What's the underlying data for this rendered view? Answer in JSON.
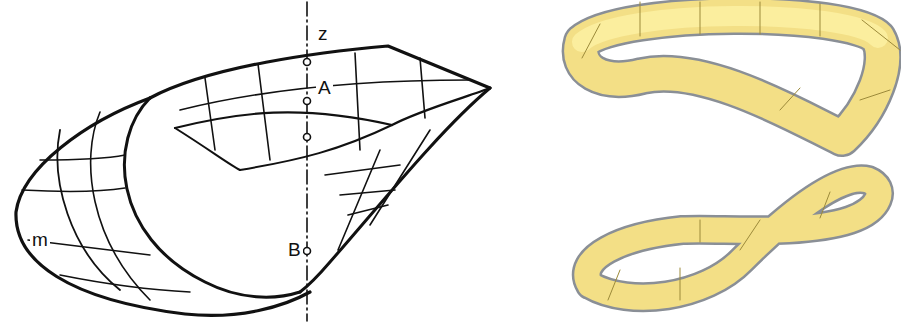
{
  "diagram": {
    "labels": [
      "z",
      "A",
      "B",
      "m"
    ]
  }
}
